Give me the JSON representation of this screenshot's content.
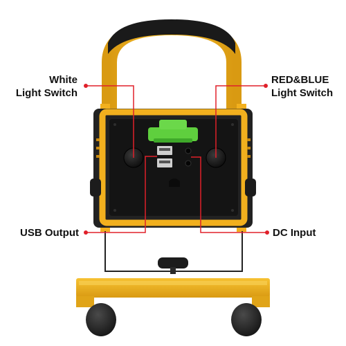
{
  "callouts": {
    "white_switch": {
      "line1": "White",
      "line2": "Light Switch"
    },
    "redblue_switch": {
      "line1": "RED&BLUE",
      "line2": "Light Switch"
    },
    "usb_output": {
      "label": "USB Output"
    },
    "dc_input": {
      "label": "DC Input"
    }
  },
  "colors": {
    "frame_yellow": "#f2b01e",
    "frame_shadow": "#c98a10",
    "housing_dark": "#222222",
    "panel_black": "#141414",
    "handle_grip": "#1a1a1a",
    "clip_green": "#5fcf3e",
    "callout_red": "#e0202a",
    "knob_black": "#1c1c1c"
  },
  "icons": {
    "callout_dot": "red-dot",
    "usb_port": "usb-port-icon",
    "switch_button": "round-button-icon",
    "knob": "adjust-knob-icon",
    "wheel": "wheel-icon"
  }
}
